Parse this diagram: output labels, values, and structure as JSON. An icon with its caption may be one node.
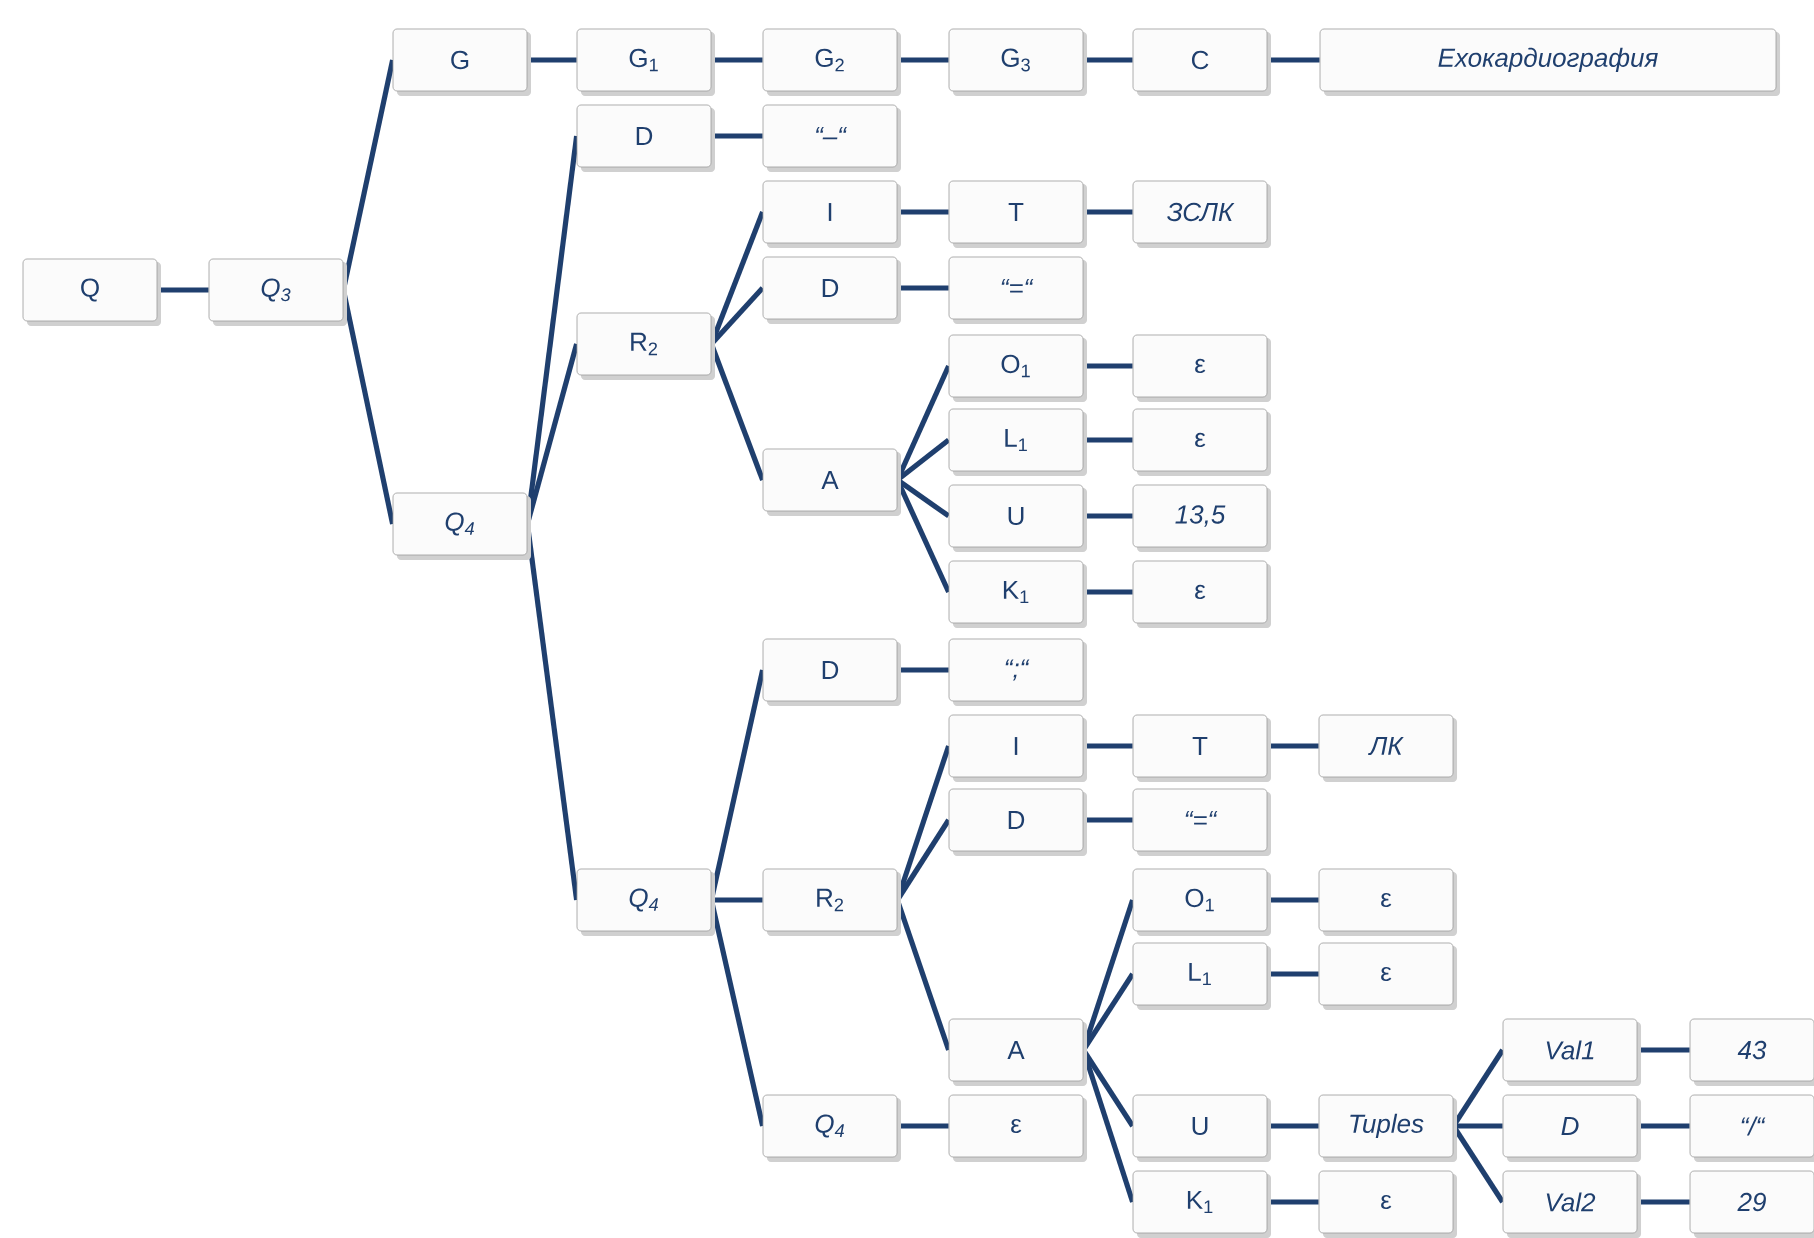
{
  "diagram": {
    "nodes": [
      {
        "text": [
          "Q"
        ]
      },
      {
        "text": [
          "Q$_{3}$"
        ]
      },
      {
        "text": [
          "G"
        ]
      },
      {
        "text": [
          "G$_{1}$"
        ]
      },
      {
        "text": [
          "G$_{2}$"
        ]
      },
      {
        "text": [
          "G$_{3}$"
        ]
      },
      {
        "text": [
          "C"
        ]
      },
      {
        "text": [
          "Ехокардиография"
        ]
      },
      {
        "text": [
          "Q$_{4}$"
        ]
      },
      {
        "text": [
          "D"
        ]
      },
      {
        "text": [
          "“–“"
        ]
      },
      {
        "text": [
          "R$_{2}$"
        ]
      },
      {
        "text": [
          "I"
        ]
      },
      {
        "text": [
          "T"
        ]
      },
      {
        "text": [
          "ЗСЛК"
        ]
      },
      {
        "text": [
          "D"
        ]
      },
      {
        "text": [
          "“=“"
        ]
      },
      {
        "text": [
          "A"
        ]
      },
      {
        "text": [
          "O$_{1}$"
        ]
      },
      {
        "text": [
          "ε"
        ]
      },
      {
        "text": [
          "L$_{1}$"
        ]
      },
      {
        "text": [
          "ε"
        ]
      },
      {
        "text": [
          "U"
        ]
      },
      {
        "text": [
          "13,5"
        ]
      },
      {
        "text": [
          "K$_{1}$"
        ]
      },
      {
        "text": [
          "ε"
        ]
      },
      {
        "text": [
          "Q$_{4}$"
        ]
      },
      {
        "text": [
          "D"
        ]
      },
      {
        "text": [
          "“;“"
        ]
      },
      {
        "text": [
          "R$_{2}$"
        ]
      },
      {
        "text": [
          "I"
        ]
      },
      {
        "text": [
          "T"
        ]
      },
      {
        "text": [
          "ЛК"
        ]
      },
      {
        "text": [
          "D"
        ]
      },
      {
        "text": [
          "“=“"
        ]
      },
      {
        "text": [
          "A"
        ]
      },
      {
        "text": [
          "O$_{1}$"
        ]
      },
      {
        "text": [
          "ε"
        ]
      },
      {
        "text": [
          "L$_{1}$"
        ]
      },
      {
        "text": [
          "ε"
        ]
      },
      {
        "text": [
          "U"
        ]
      },
      {
        "text": [
          "Tuples"
        ]
      },
      {
        "text": [
          "Val1"
        ]
      },
      {
        "text": [
          "43"
        ]
      },
      {
        "text": [
          "D"
        ]
      },
      {
        "text": [
          "“/“"
        ]
      },
      {
        "text": [
          "Val2"
        ]
      },
      {
        "text": [
          "29"
        ]
      },
      {
        "text": [
          "K$_{1}$"
        ]
      },
      {
        "text": [
          "ε"
        ]
      },
      {
        "text": [
          "Q$_{4}$"
        ]
      },
      {
        "text": [
          "ε"
        ]
      }
    ],
    "edges": [
      {
        "from": 0,
        "to": 1,
        "arrow": "none"
      },
      {
        "from": 1,
        "to": 2,
        "arrow": "none"
      },
      {
        "from": 1,
        "to": 8,
        "arrow": "none"
      },
      {
        "from": 2,
        "to": 3,
        "arrow": "none"
      },
      {
        "from": 3,
        "to": 4,
        "arrow": "none"
      },
      {
        "from": 4,
        "to": 5,
        "arrow": "none"
      },
      {
        "from": 5,
        "to": 6,
        "arrow": "none"
      },
      {
        "from": 6,
        "to": 7,
        "arrow": "none"
      },
      {
        "from": 8,
        "to": 9,
        "arrow": "none"
      },
      {
        "from": 8,
        "to": 11,
        "arrow": "none"
      },
      {
        "from": 8,
        "to": 26,
        "arrow": "none"
      },
      {
        "from": 9,
        "to": 10,
        "arrow": "none"
      },
      {
        "from": 11,
        "to": 12,
        "arrow": "none"
      },
      {
        "from": 11,
        "to": 15,
        "arrow": "none"
      },
      {
        "from": 11,
        "to": 17,
        "arrow": "none"
      },
      {
        "from": 12,
        "to": 13,
        "arrow": "none"
      },
      {
        "from": 13,
        "to": 14,
        "arrow": "none"
      },
      {
        "from": 15,
        "to": 16,
        "arrow": "none"
      },
      {
        "from": 17,
        "to": 18,
        "arrow": "none"
      },
      {
        "from": 17,
        "to": 20,
        "arrow": "none"
      },
      {
        "from": 17,
        "to": 22,
        "arrow": "none"
      },
      {
        "from": 17,
        "to": 24,
        "arrow": "none"
      },
      {
        "from": 18,
        "to": 19,
        "arrow": "none"
      },
      {
        "from": 20,
        "to": 21,
        "arrow": "none"
      },
      {
        "from": 22,
        "to": 23,
        "arrow": "none"
      },
      {
        "from": 24,
        "to": 25,
        "arrow": "none"
      },
      {
        "from": 26,
        "to": 27,
        "arrow": "none"
      },
      {
        "from": 26,
        "to": 29,
        "arrow": "none"
      },
      {
        "from": 26,
        "to": 50,
        "arrow": "none"
      },
      {
        "from": 27,
        "to": 28,
        "arrow": "none"
      },
      {
        "from": 29,
        "to": 30,
        "arrow": "none"
      },
      {
        "from": 29,
        "to": 33,
        "arrow": "none"
      },
      {
        "from": 29,
        "to": 35,
        "arrow": "none"
      },
      {
        "from": 30,
        "to": 31,
        "arrow": "none"
      },
      {
        "from": 31,
        "to": 32,
        "arrow": "none"
      },
      {
        "from": 33,
        "to": 34,
        "arrow": "none"
      },
      {
        "from": 35,
        "to": 36,
        "arrow": "none"
      },
      {
        "from": 35,
        "to": 38,
        "arrow": "none"
      },
      {
        "from": 35,
        "to": 40,
        "arrow": "none"
      },
      {
        "from": 35,
        "to": 48,
        "arrow": "none"
      },
      {
        "from": 36,
        "to": 37,
        "arrow": "none"
      },
      {
        "from": 38,
        "to": 39,
        "arrow": "none"
      },
      {
        "from": 40,
        "to": 41,
        "arrow": "none"
      },
      {
        "from": 41,
        "to": 42,
        "arrow": "none"
      },
      {
        "from": 41,
        "to": 44,
        "arrow": "none"
      },
      {
        "from": 41,
        "to": 46,
        "arrow": "none"
      },
      {
        "from": 42,
        "to": 43,
        "arrow": "none"
      },
      {
        "from": 44,
        "to": 45,
        "arrow": "none"
      },
      {
        "from": 46,
        "to": 47,
        "arrow": "none"
      },
      {
        "from": 48,
        "to": 49,
        "arrow": "none"
      },
      {
        "from": 50,
        "to": 51,
        "arrow": "none"
      }
    ]
  }
}
